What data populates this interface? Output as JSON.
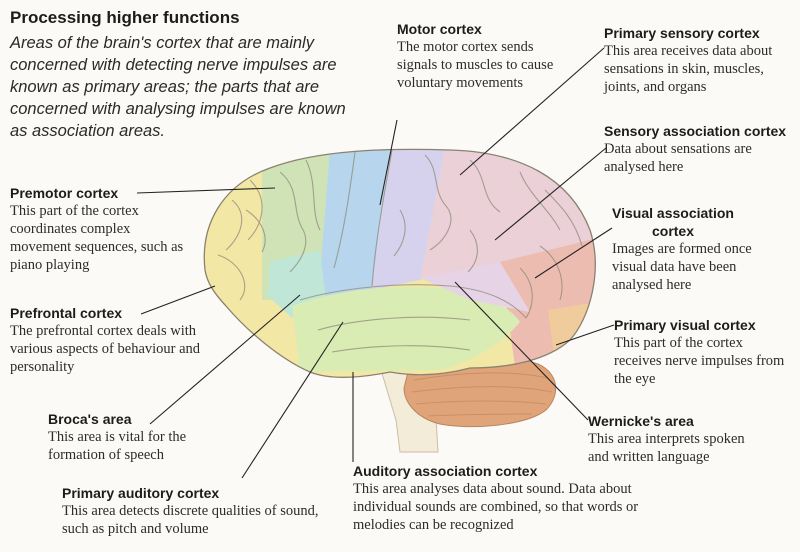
{
  "header": {
    "title": "Processing higher functions",
    "intro": "Areas of the brain's cortex that are mainly concerned with detecting nerve impulses are known as primary areas; the parts that are concerned with analysing impulses are known as association areas."
  },
  "regions": {
    "motor": {
      "name": "Motor cortex",
      "desc": "The motor cortex sends signals to muscles to cause voluntary movements"
    },
    "primary_sensory": {
      "name": "Primary sensory cortex",
      "desc": "This area receives data about sensations in skin, muscles, joints, and organs"
    },
    "sensory_association": {
      "name": "Sensory association cortex",
      "desc": "Data about sensations are analysed here"
    },
    "visual_association": {
      "name": "Visual association cortex",
      "desc": "Images are formed once visual data have been analysed here"
    },
    "primary_visual": {
      "name": "Primary visual cortex",
      "desc": "This part of the cortex receives nerve impulses from the eye"
    },
    "wernicke": {
      "name": "Wernicke's area",
      "desc": "This area interprets spoken and written language"
    },
    "auditory_association": {
      "name": "Auditory association cortex",
      "desc": "This area analyses data about sound. Data about individual sounds are combined, so that words or melodies can be recognized"
    },
    "primary_auditory": {
      "name": "Primary auditory cortex",
      "desc": "This area detects discrete qualities of sound, such as pitch and volume"
    },
    "broca": {
      "name": "Broca's area",
      "desc": "This area is vital for the formation of speech"
    },
    "prefrontal": {
      "name": "Prefrontal cortex",
      "desc": "The prefrontal cortex deals with various aspects of behaviour and personality"
    },
    "premotor": {
      "name": "Premotor cortex",
      "desc": "This part of the cortex coordinates complex movement sequences, such as piano playing"
    }
  },
  "colors": {
    "prefrontal": "#f3e7a6",
    "premotor": "#cfe3b7",
    "motor": "#b7d6ee",
    "primary_sensory": "#d6d2ee",
    "sensory_association": "#ecd0d8",
    "visual_association": "#ecbcb0",
    "primary_visual": "#f0cc9c",
    "broca": "#bfe6d6",
    "auditory": "#d8ecb4",
    "wernicke": "#e6d4e6",
    "cerebellum": "#e0a47a",
    "brainstem": "#f2ecd8",
    "leader_line": "#222222"
  }
}
